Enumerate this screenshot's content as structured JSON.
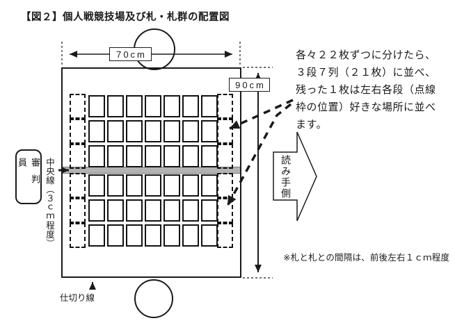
{
  "title": "【図２】個人戦競技場及び札・札群の配置図",
  "dimensions": {
    "width_label": "70cm",
    "height_label": "90cm"
  },
  "field": {
    "grid": {
      "columns": 7,
      "rows_above_center": 3,
      "rows_below_center": 3,
      "dashed_frames_per_side": 2
    }
  },
  "labels": {
    "referee": "審判員",
    "center_line": "中央線（３ｃｍ程度）",
    "divider_line": "仕切り線",
    "reader_side": "読み手側"
  },
  "annotations": {
    "instructions": [
      "各々２２枚ずつに分けたら、",
      "３段７列（２１枚）に並べ、",
      "残った１枚は左右各段（点線",
      "枠の位置）好きな場所に並べ",
      "ます。"
    ],
    "note": "※札と札との間隔は、前後左右１ｃｍ程度"
  },
  "colors": {
    "line": "#1a1a1a",
    "center_band": "#b3b3b3",
    "background": "#ffffff"
  }
}
